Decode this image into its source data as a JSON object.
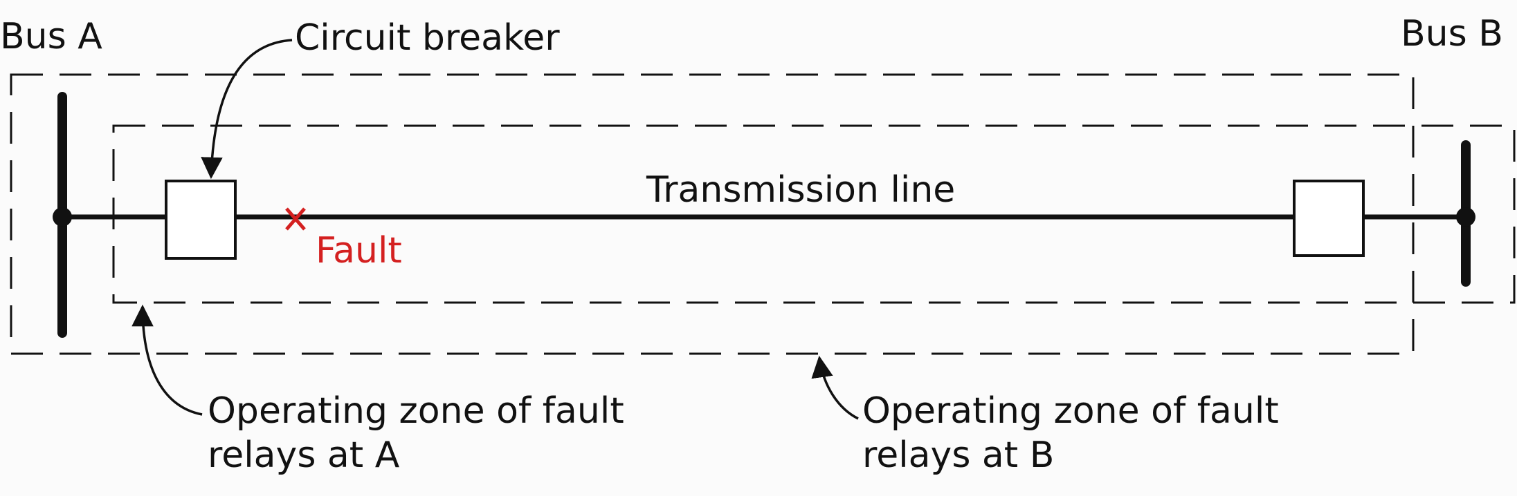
{
  "labels": {
    "bus_a": "Bus A",
    "bus_b": "Bus B",
    "circuit_breaker": "Circuit breaker",
    "transmission_line": "Transmission line",
    "fault": "Fault",
    "zone_a_line1": "Operating zone of fault",
    "zone_a_line2": "relays at A",
    "zone_b_line1": "Operating zone of fault",
    "zone_b_line2": "relays at B"
  },
  "colors": {
    "fault": "#d42020",
    "ink": "#111111",
    "background": "#fbfbfb"
  }
}
